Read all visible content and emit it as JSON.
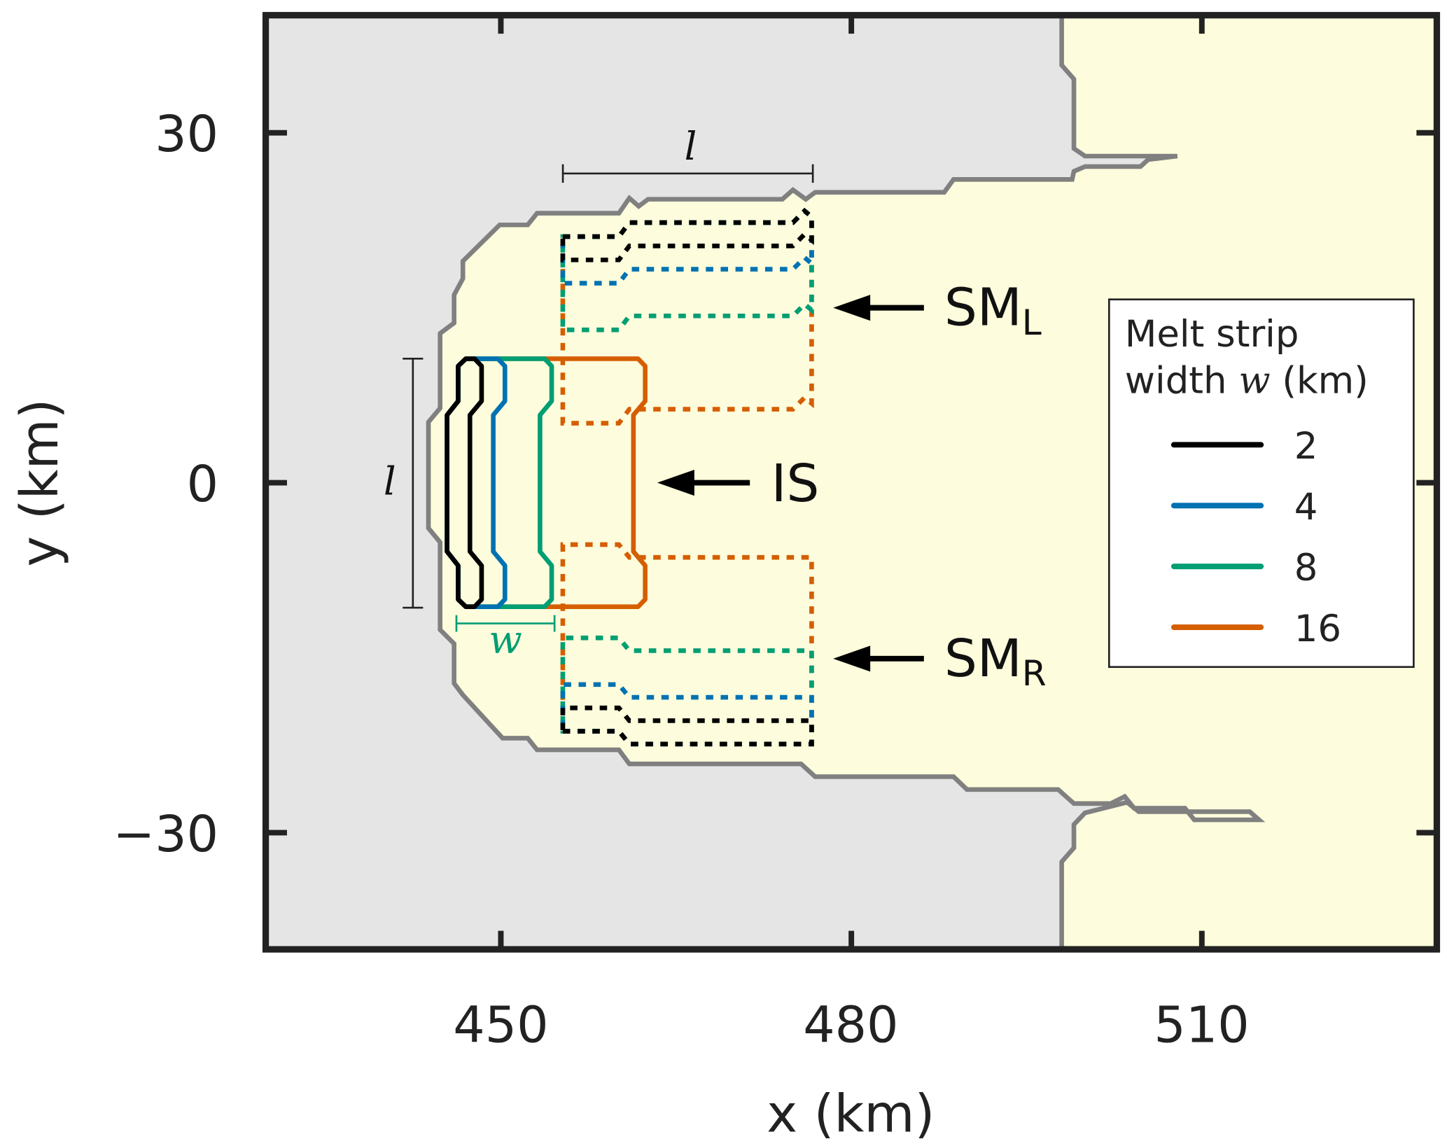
{
  "chart_data": {
    "type": "line",
    "title": "",
    "xlabel": "x (km)",
    "ylabel": "y (km)",
    "xlim": [
      430,
      530
    ],
    "ylim": [
      -40,
      40
    ],
    "xticks": [
      450,
      480,
      510
    ],
    "xtick_labels": [
      "450",
      "480",
      "510"
    ],
    "yticks": [
      30,
      0,
      -30
    ],
    "ytick_labels": [
      "30",
      "0",
      "−30"
    ],
    "grid": false,
    "colors": {
      "grounded": "#e5e5e5",
      "shelf": "#fdfcdc",
      "grounding_line": "#808080",
      "frame": "#222222"
    },
    "grounding_line": [
      [
        498.0,
        40
      ],
      [
        498.0,
        35.8
      ],
      [
        499.05,
        34.6
      ],
      [
        499.05,
        28.65
      ],
      [
        500.0,
        28.0
      ],
      [
        507.9,
        28.0
      ],
      [
        505.4,
        27.7
      ],
      [
        504.75,
        27.1
      ],
      [
        500.0,
        27.1
      ],
      [
        499.05,
        26.7
      ],
      [
        498.9,
        26.0
      ],
      [
        488.75,
        26.0
      ],
      [
        487.95,
        24.9
      ],
      [
        476.9,
        24.9
      ],
      [
        476.1,
        24.3
      ],
      [
        475.0,
        25.1
      ],
      [
        474.1,
        24.3
      ],
      [
        462.6,
        24.3
      ],
      [
        461.8,
        23.7
      ],
      [
        461.0,
        24.4
      ],
      [
        460.1,
        23.1
      ],
      [
        453.1,
        23.1
      ],
      [
        452.3,
        22.1
      ],
      [
        449.9,
        22.1
      ],
      [
        446.75,
        19.0
      ],
      [
        446.75,
        17.5
      ],
      [
        446.0,
        16.1
      ],
      [
        446.0,
        13.7
      ],
      [
        444.8,
        12.8
      ],
      [
        444.8,
        6.4
      ],
      [
        443.8,
        5.2
      ],
      [
        443.8,
        -3.9
      ],
      [
        444.8,
        -5.1
      ],
      [
        444.8,
        -12.6
      ],
      [
        446.0,
        -13.8
      ],
      [
        446.0,
        -17.2
      ],
      [
        446.75,
        -18.2
      ],
      [
        450.15,
        -21.9
      ],
      [
        452.3,
        -21.9
      ],
      [
        453.1,
        -22.9
      ],
      [
        460.1,
        -22.9
      ],
      [
        461.0,
        -24.1
      ],
      [
        475.7,
        -24.1
      ],
      [
        476.9,
        -25.2
      ],
      [
        488.75,
        -25.2
      ],
      [
        489.9,
        -26.3
      ],
      [
        497.7,
        -26.3
      ],
      [
        499.05,
        -27.5
      ],
      [
        502.2,
        -27.5
      ],
      [
        503.4,
        -26.9
      ],
      [
        504.2,
        -27.9
      ],
      [
        508.55,
        -27.9
      ],
      [
        509.35,
        -28.9
      ],
      [
        514.9,
        -28.9
      ],
      [
        514.1,
        -28.2
      ],
      [
        504.6,
        -28.2
      ],
      [
        503.6,
        -27.4
      ],
      [
        500.0,
        -28.3
      ],
      [
        499.05,
        -29.3
      ],
      [
        499.05,
        -31.3
      ],
      [
        498.0,
        -32.5
      ],
      [
        498.0,
        -40
      ]
    ],
    "series": [
      {
        "name": "2",
        "width_km": 2,
        "color": "#000000"
      },
      {
        "name": "4",
        "width_km": 4,
        "color": "#0072b2"
      },
      {
        "name": "8",
        "width_km": 8,
        "color": "#009e73"
      },
      {
        "name": "16",
        "width_km": 16,
        "color": "#d55e00"
      }
    ],
    "IS_left_edge": [
      [
        447.0,
        10.63
      ],
      [
        446.35,
        10.0
      ],
      [
        446.35,
        7.0
      ],
      [
        445.4,
        5.8
      ],
      [
        445.4,
        -5.9
      ],
      [
        446.35,
        -7.1
      ],
      [
        446.35,
        -10.0
      ],
      [
        447.0,
        -10.63
      ]
    ],
    "SM_L_top_edge": [
      [
        455.3,
        21.1
      ],
      [
        460.1,
        21.1
      ],
      [
        461.0,
        22.3
      ],
      [
        475.0,
        22.3
      ],
      [
        476.0,
        23.3
      ],
      [
        476.6,
        22.8
      ]
    ],
    "SM_R_bottom_edge": [
      [
        455.3,
        -21.3
      ],
      [
        460.1,
        -21.3
      ],
      [
        461.0,
        -22.4
      ],
      [
        476.6,
        -22.4
      ]
    ],
    "strip_length_km": 21.3,
    "annotations": {
      "length_symbol": "l",
      "width_symbol": "w",
      "SM_L": {
        "main": "SM",
        "sub": "L"
      },
      "IS": "IS",
      "SM_R": {
        "main": "SM",
        "sub": "R"
      }
    },
    "legend": {
      "title_line1": "Melt strip",
      "title_line2_prefix": "width",
      "title_symbol": "w",
      "title_line2_suffix": "(km)",
      "placement": "right",
      "entries": [
        "2",
        "4",
        "8",
        "16"
      ]
    }
  }
}
